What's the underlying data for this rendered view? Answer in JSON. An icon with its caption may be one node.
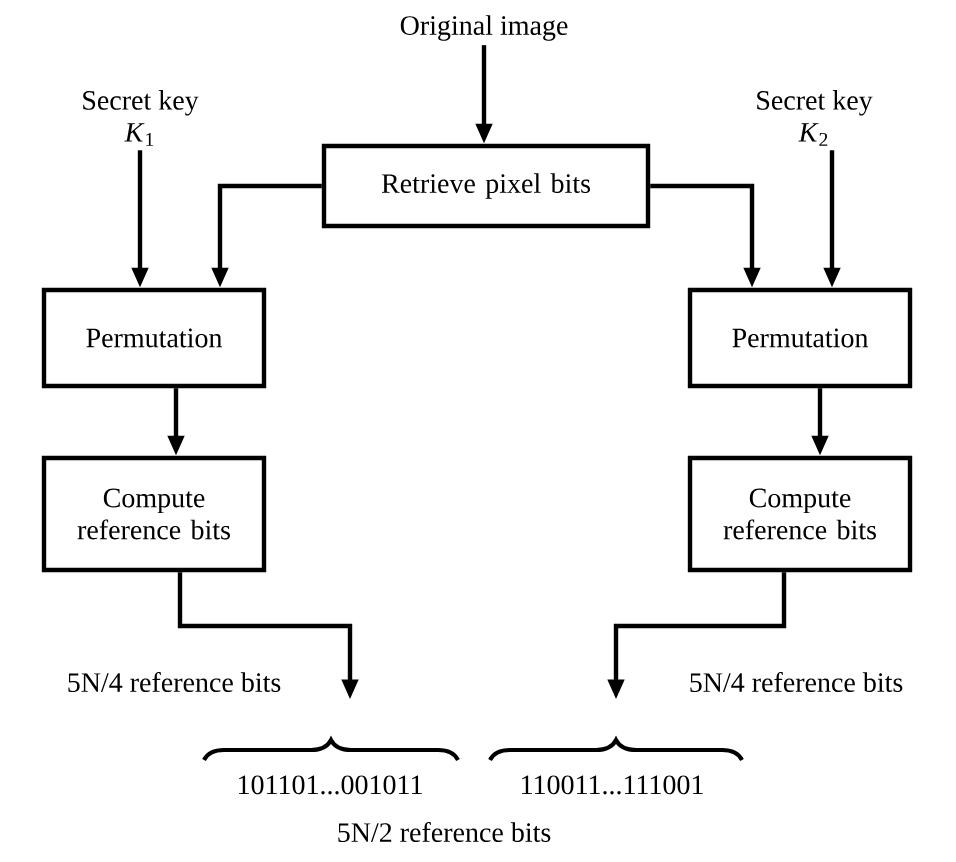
{
  "diagram": {
    "nodes": [
      {
        "text": [
          "Original image"
        ]
      },
      {
        "text": [
          "Retrieve pixel bits"
        ]
      },
      {
        "text": [
          "Secret key",
          "*K*$_{1}$"
        ]
      },
      {
        "text": [
          "Secret key",
          "*K*$_{2}$"
        ]
      },
      {
        "text": [
          "Permutation"
        ]
      },
      {
        "text": [
          "Permutation"
        ]
      },
      {
        "text": [
          "Compute reference bits"
        ]
      },
      {
        "text": [
          "Compute reference bits"
        ]
      },
      {
        "text": [
          "101101...001011"
        ]
      },
      {
        "text": [
          "110011...111001"
        ]
      }
    ],
    "edges": [
      {
        "from": 0,
        "to": 1,
        "arrow": "to"
      },
      {
        "from": 2,
        "to": 4,
        "arrow": "to"
      },
      {
        "from": 3,
        "to": 5,
        "arrow": "to"
      },
      {
        "from": 1,
        "to": 4,
        "arrow": "to"
      },
      {
        "from": 1,
        "to": 5,
        "arrow": "to"
      },
      {
        "from": 4,
        "to": 6,
        "arrow": "to"
      },
      {
        "from": 5,
        "to": 7,
        "arrow": "to"
      },
      {
        "from": 6,
        "to": 8,
        "arrow": "to",
        "label": "5N/4 reference bits"
      },
      {
        "from": 7,
        "to": 9,
        "arrow": "to",
        "label": "5N/4 reference bits"
      }
    ],
    "labels": [
      "5N/2 reference bits"
    ]
  }
}
